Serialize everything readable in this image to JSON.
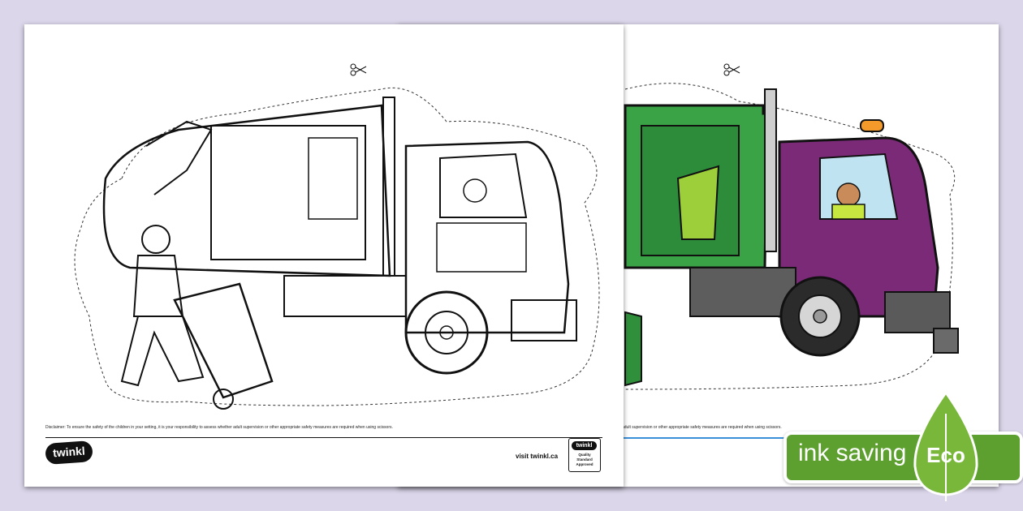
{
  "disclaimer_full": "Disclaimer: To ensure the safety of the children in your setting, it is your responsibility to assess whether adult supervision or other appropriate safety measures are required when using scissors.",
  "disclaimer_partial": "adult supervision or other appropriate safety measures are required when using scissors.",
  "footer": {
    "logo_text": "twinkl",
    "visit_text": "visit twinkl.ca",
    "badge_top": "twinkl",
    "badge_text": "Quality Standard Approved"
  },
  "eco_badge": {
    "label": "ink saving",
    "word": "Eco"
  },
  "colors": {
    "background": "#dcd6ea",
    "truck_cab": "#7b2a78",
    "truck_body": "#3aa346",
    "bin": "#2f8f3b",
    "eco_green": "#5ea02f",
    "footer_rule": "#3a8fd9"
  },
  "icons": {
    "scissors": "scissors-icon",
    "leaf": "leaf-icon"
  }
}
